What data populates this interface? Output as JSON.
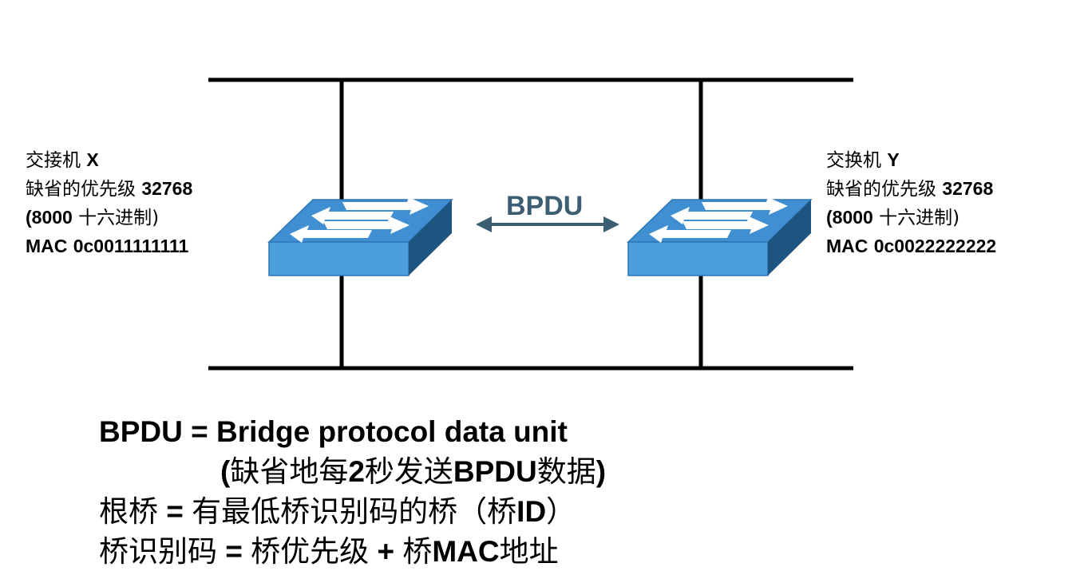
{
  "switch_x": {
    "name": "交接机",
    "id_letter": "X",
    "priority_label": "缺省的优先级",
    "priority_value": "32768",
    "hex_open": "(8000",
    "hex_text": "十六进制)",
    "mac_label": "MAC",
    "mac_value": "0c0011111111"
  },
  "switch_y": {
    "name": "交换机",
    "id_letter": "Y",
    "priority_label": "缺省的优先级",
    "priority_value": "32768",
    "hex_open": "(8000",
    "hex_text": "十六进制)",
    "mac_label": "MAC",
    "mac_value": "0c0022222222"
  },
  "link_label": "BPDU",
  "notes": {
    "line1": "BPDU = Bridge protocol data unit",
    "line2_open": "(",
    "line2_a": "缺省地每",
    "line2_num": "2",
    "line2_b": "秒发送",
    "line2_bpdu": "BPDU",
    "line2_c": "数据",
    "line2_close": ")",
    "line3_a": "根桥",
    "line3_eq": " = ",
    "line3_b": "有最低桥识别码的桥（桥",
    "line3_id": "ID",
    "line3_c": "）",
    "line4_a": "桥识别码",
    "line4_eq": " = ",
    "line4_b": "桥优先级",
    "line4_plus": " + ",
    "line4_c": "桥",
    "line4_mac": "MAC",
    "line4_d": "地址"
  },
  "colors": {
    "switch_top": "#3f8fd2",
    "switch_front": "#4d9fdc",
    "switch_side": "#1e5480",
    "arrow": "#3c5e72",
    "line": "#000000"
  }
}
